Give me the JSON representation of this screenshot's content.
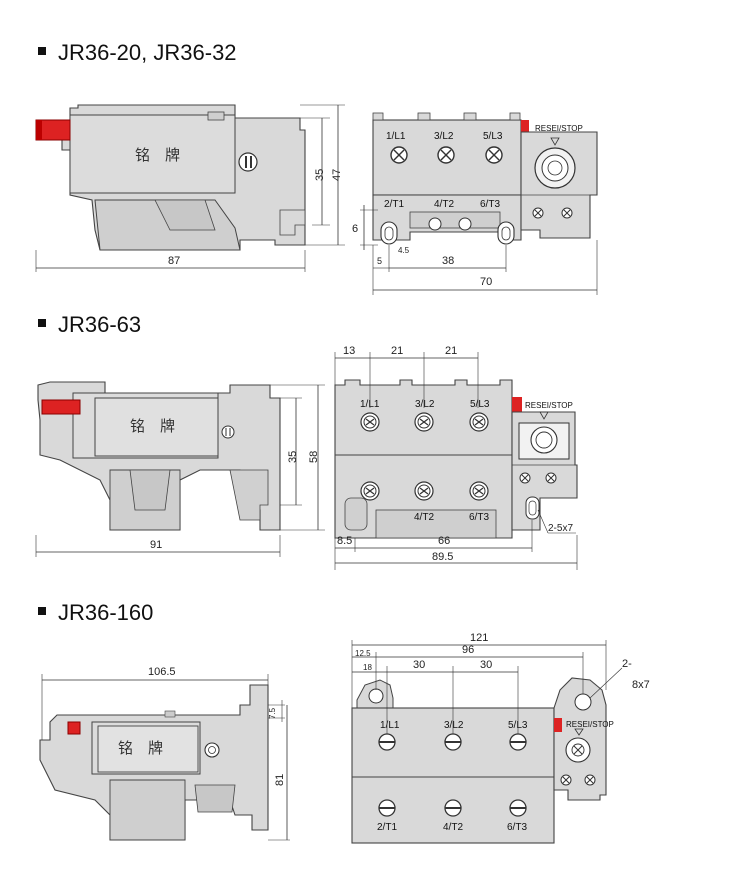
{
  "sections": [
    {
      "title": "JR36-20, JR36-32",
      "nameplate": "铭　牌",
      "dims": {
        "side_length": "87",
        "h1": "35",
        "h2": "47",
        "front_width": "70",
        "pitch": "38",
        "offset": "5",
        "small": "4.5",
        "height": "6"
      },
      "terminals_top": [
        "1/L1",
        "3/L2",
        "5/L3"
      ],
      "terminals_bottom": [
        "2/T1",
        "4/T2",
        "6/T3"
      ],
      "reset_label": "RESEI/STOP"
    },
    {
      "title": "JR36-63",
      "nameplate": "铭　牌",
      "dims": {
        "side_length": "91",
        "h1": "35",
        "h2": "58",
        "left": "13",
        "pitch1": "21",
        "pitch2": "21",
        "offset": "8.5",
        "pitch": "66",
        "front_width": "89.5",
        "hole": "2-5x7"
      },
      "terminals_top": [
        "1/L1",
        "3/L2",
        "5/L3"
      ],
      "terminals_bottom": [
        "4/T2",
        "6/T3"
      ],
      "reset_label": "RESEI/STOP"
    },
    {
      "title": "JR36-160",
      "nameplate": "铭　牌",
      "dims": {
        "side_length": "106.5",
        "height": "81",
        "small": "7.5",
        "total": "121",
        "pitch": "96",
        "a": "12.5",
        "b": "18",
        "pitch1": "30",
        "pitch2": "30",
        "hole_a": "2-",
        "hole_b": "8x7"
      },
      "terminals_top": [
        "1/L1",
        "3/L2",
        "5/L3"
      ],
      "terminals_bottom": [
        "2/T1",
        "4/T2",
        "6/T3"
      ],
      "reset_label": "RESEI/STOP"
    }
  ]
}
